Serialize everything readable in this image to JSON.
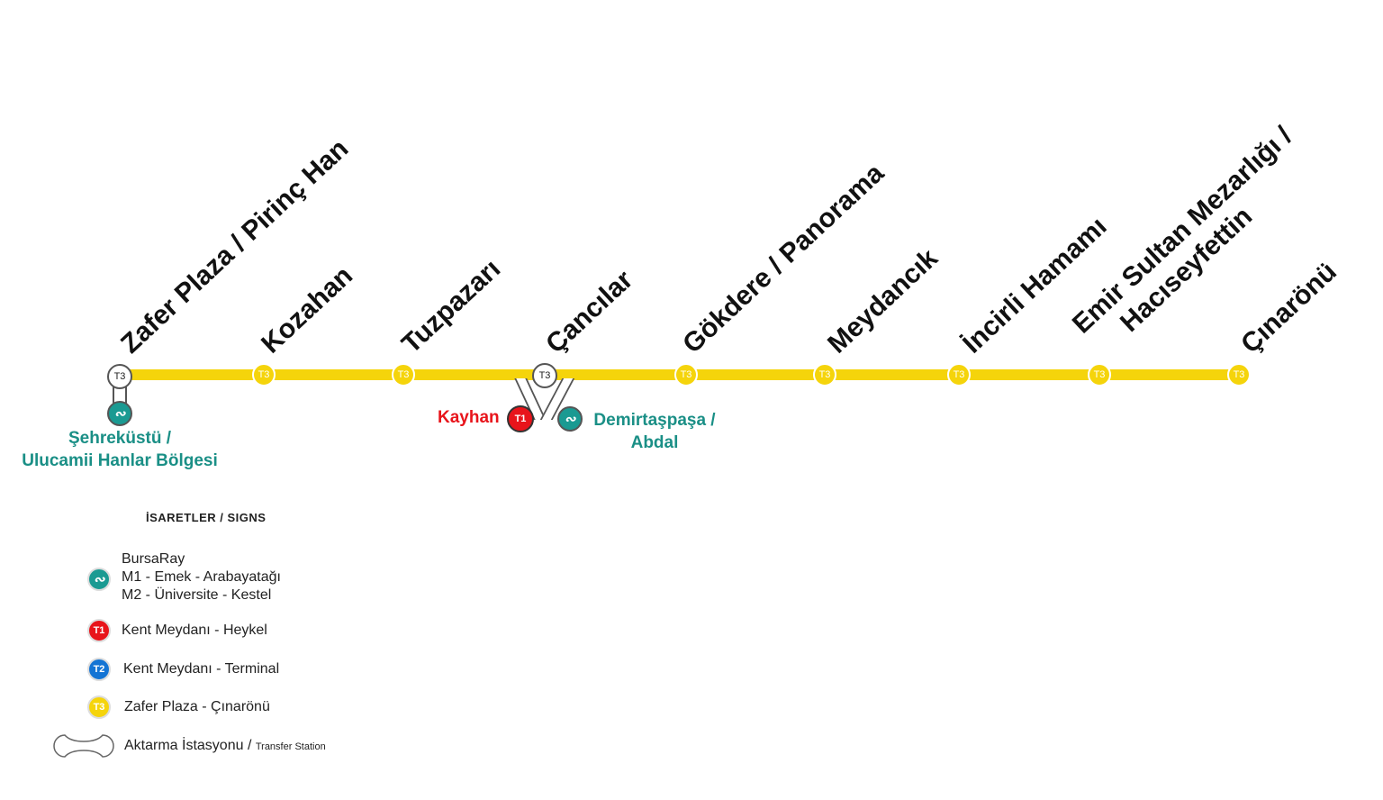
{
  "map": {
    "line_name": "T3",
    "line_color": "#f5d40b",
    "stations": [
      {
        "name": "Zafer Plaza / Pirinç Han",
        "stop_label": "T3",
        "transfer": true
      },
      {
        "name": "Kozahan",
        "stop_label": "T3"
      },
      {
        "name": "Tuzpazarı",
        "stop_label": "T3"
      },
      {
        "name": "Çancılar",
        "stop_label": "T3",
        "transfer": true
      },
      {
        "name": "Gökdere / Panorama",
        "stop_label": "T3"
      },
      {
        "name": "Meydancık",
        "stop_label": "T3"
      },
      {
        "name": "İncirli Hamamı",
        "stop_label": "T3"
      },
      {
        "name_line1": "Emir Sultan Mezarlığı /",
        "name_line2": "Hacıseyfettin",
        "stop_label": "T3"
      },
      {
        "name": "Çınarönü",
        "stop_label": "T3"
      }
    ],
    "transfers": {
      "sehrekustu": {
        "line1": "Şehreküstü /",
        "line2": "Ulucamii Hanlar Bölgesi",
        "icon": "bursaray-icon"
      },
      "kayhan": {
        "name": "Kayhan",
        "badge": "T1"
      },
      "demirtaspasa": {
        "line1": "Demirtaşpaşa /",
        "line2": "Abdal",
        "icon": "bursaray-icon"
      }
    }
  },
  "legend": {
    "title": "İSARETLER / SIGNS",
    "items": [
      {
        "icon": "bursaray-icon",
        "lines": [
          "BursaRay",
          "M1 - Emek - Arabayatağı",
          "M2 - Üniversite - Kestel"
        ],
        "color": "#1a9a92"
      },
      {
        "icon": "t1-icon",
        "badge": "T1",
        "text": "Kent Meydanı - Heykel",
        "color": "#e8141b"
      },
      {
        "icon": "t2-icon",
        "badge": "T2",
        "text": "Kent Meydanı - Terminal",
        "color": "#1474d4"
      },
      {
        "icon": "t3-icon",
        "badge": "T3",
        "text": "Zafer Plaza - Çınarönü",
        "color": "#f5d40b"
      },
      {
        "icon": "transfer-station-icon",
        "text": "Aktarma İstasyonu / ",
        "text_small": "Transfer Station"
      }
    ]
  }
}
